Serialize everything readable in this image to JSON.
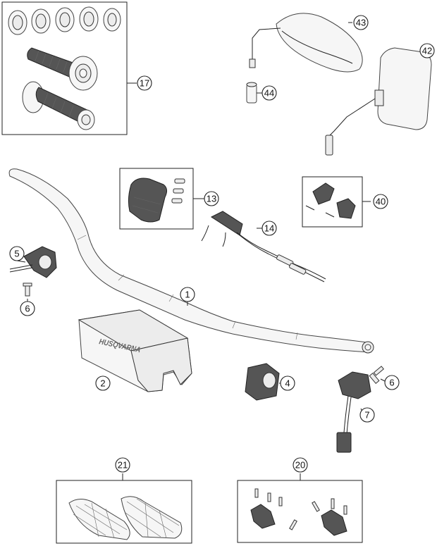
{
  "diagram": {
    "callouts": [
      "1",
      "2",
      "4",
      "5",
      "6",
      "6",
      "7",
      "13",
      "14",
      "17",
      "20",
      "21",
      "40",
      "42",
      "43",
      "44"
    ]
  },
  "bar_pad_logo": "HUSQVARNA"
}
